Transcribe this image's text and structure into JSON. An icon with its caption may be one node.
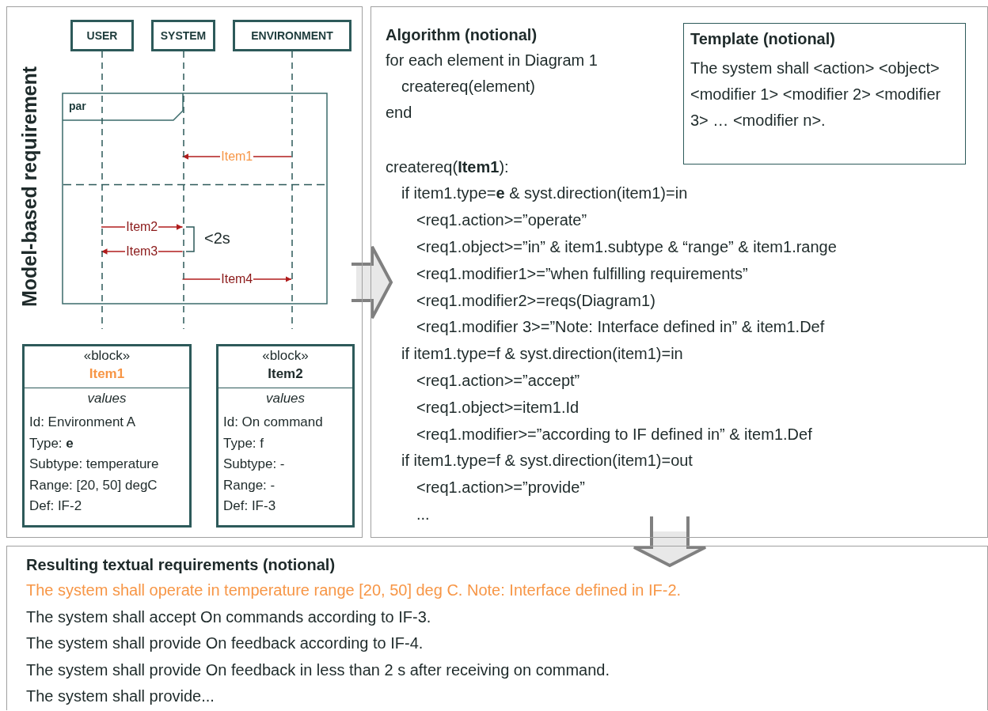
{
  "diagram": {
    "nodes": [
      {
        "text": [
          "Model-based requirement"
        ]
      },
      {
        "text": [
          "USER"
        ],
        "in": 0
      },
      {
        "text": [
          "SYSTEM"
        ],
        "in": 0
      },
      {
        "text": [
          "ENVIRONMENT"
        ],
        "in": 0
      },
      {
        "text": [
          "«block»",
          "Item1",
          "values",
          "Id: Environment A",
          "Type: **e**",
          "Subtype: temperature",
          "Range: [20, 50] degC",
          "Def: IF-2"
        ],
        "in": 0
      },
      {
        "text": [
          "«block»",
          "Item2",
          "values",
          "Id: On command",
          "Type: f",
          "Subtype: -",
          "Range: -",
          "Def: IF-3"
        ],
        "in": 0
      },
      {
        "text": [
          "Algorithm (notional)",
          "for each element in Diagram 1",
          "createreq(element)",
          "end",
          "createreq(**Item1**):",
          "if item1.type=**e** & syst.direction(item1)=in",
          "<req1.action>=”operate”",
          "<req1.object>=”in” & item1.subtype & “range” & item1.range",
          "<req1.modifier1>=”when fulfilling requirements”",
          "<req1.modifier2>=reqs(Diagram1)",
          "<req1.modifier 3>=”Note: Interface defined in” & item1.Def",
          "if item1.type=f & syst.direction(item1)=in",
          "<req1.action>=”accept”",
          "<req1.object>=item1.Id",
          "<req1.modifier>=”according to IF defined in” & item1.Def",
          "if item1.type=f & syst.direction(item1)=out",
          "<req1.action>=”provide”",
          "..."
        ]
      },
      {
        "text": [
          "Template (notional)",
          "The system shall <action> <object> <modifier 1> <modifier 2> <modifier 3> … <modifier n>."
        ],
        "in": 6
      },
      {
        "text": [
          "Resulting textual requirements (notional)",
          "The system shall operate in temperature range [20, 50] deg C. Note: Interface defined in IF-2.",
          "The system shall accept On commands according to IF-3.",
          "The system shall provide On feedback according to IF-4.",
          "The system shall provide On feedback in less than 2 s after receiving on command.",
          "The system shall provide..."
        ]
      }
    ],
    "edges": [
      {
        "from": 3,
        "to": 2,
        "arrow": "to",
        "label": "Item1"
      },
      {
        "from": 1,
        "to": 2,
        "arrow": "to",
        "label": "Item2"
      },
      {
        "from": 2,
        "to": 1,
        "arrow": "to",
        "label": "Item3"
      },
      {
        "from": 2,
        "to": 3,
        "arrow": "to",
        "label": "Item4"
      },
      {
        "from": 0,
        "to": 6,
        "arrow": "to",
        "style": "thick",
        "color": "#808080"
      },
      {
        "from": 6,
        "to": 8,
        "arrow": "to",
        "style": "thick",
        "color": "#808080"
      }
    ],
    "labels": [
      "par",
      "<2s"
    ]
  }
}
